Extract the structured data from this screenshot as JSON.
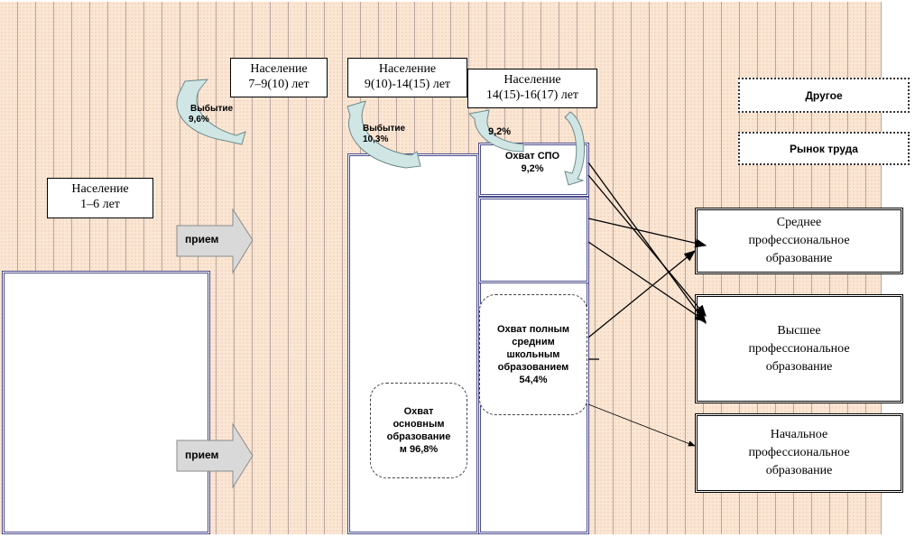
{
  "populations": {
    "age_1_6": "Население\n1–6 лет",
    "age_7_9": "Население\n7–9(10) лет",
    "age_9_14": "Население\n9(10)-14(15) лет",
    "age_14_16": "Население\n14(15)-16(17) лет"
  },
  "attrition": {
    "first": {
      "label": "Выбытие",
      "value": "9,6%"
    },
    "second": {
      "label": "Выбытие",
      "value": "10,3%"
    },
    "third": {
      "value": "9,2%"
    }
  },
  "admission": {
    "upper": "прием",
    "lower": "прием"
  },
  "coverage": {
    "spo": "Охват СПО\n9,2%",
    "full_secondary": "Охват полным\nсредним\nшкольным\nобразованием\n54,4%",
    "basic": "Охват\nосновным\nобразование\nм 96,8%"
  },
  "destinations": {
    "other": "Другое",
    "labor_market": "Рынок труда",
    "spo": "Среднее\nпрофессиональное\nобразование",
    "vpo": "Высшее\nпрофессиональное\nобразование",
    "npo": "Начальное\nпрофессиональное\nобразование"
  },
  "colors": {
    "background": "#fbe6d4",
    "curved_arrow": "#cfe6e4",
    "block_arrow": "#d9d9d9"
  }
}
